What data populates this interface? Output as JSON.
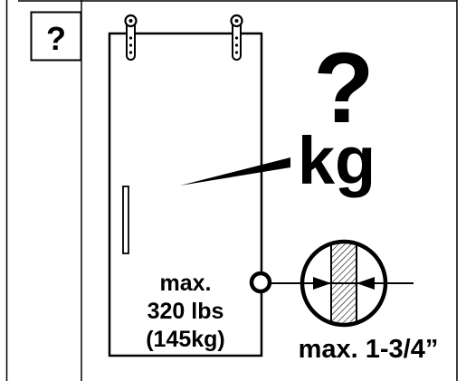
{
  "badge": {
    "symbol": "?"
  },
  "weight_question": {
    "mark": "?",
    "unit": "kg"
  },
  "door_capacity": {
    "line1": "max.",
    "line2": "320 lbs",
    "line3": "(145kg)"
  },
  "thickness_label": "max. 1-3/4”",
  "colors": {
    "ink": "#000000",
    "paper": "#ffffff"
  }
}
